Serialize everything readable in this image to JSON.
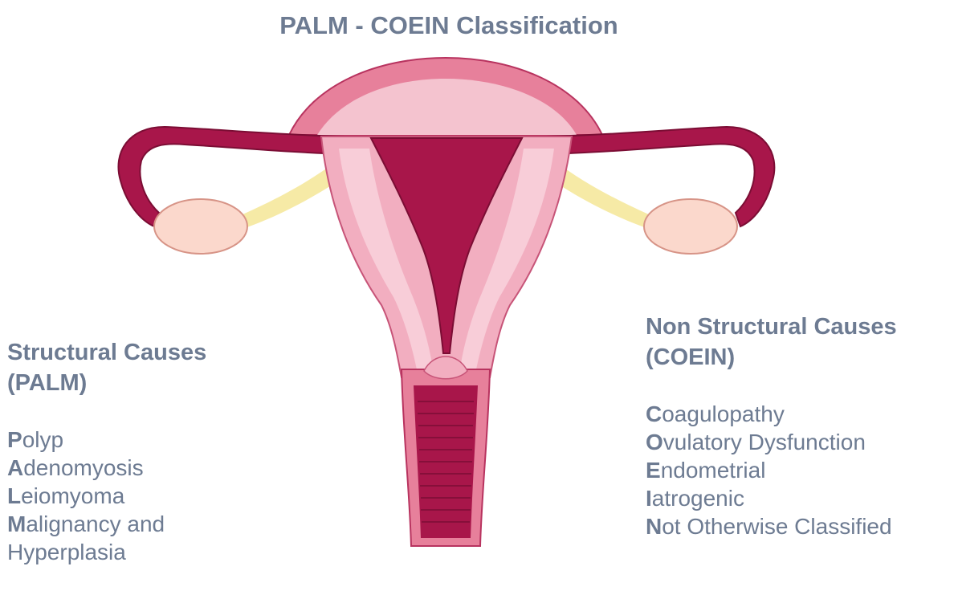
{
  "title": "PALM - COEIN Classification",
  "colors": {
    "text": "#6d7b92",
    "uterus_outer": "#e7809b",
    "uterus_wall": "#f2aec0",
    "cavity": "#a8164a",
    "ovary": "#fbd8cc",
    "ligament": "#f6eaa6"
  },
  "left": {
    "heading_line1": "Structural Causes",
    "heading_line2": "(PALM)",
    "items": [
      {
        "initial": "P",
        "rest": "olyp"
      },
      {
        "initial": "A",
        "rest": "denomyosis"
      },
      {
        "initial": "L",
        "rest": "eiomyoma"
      },
      {
        "initial": "M",
        "rest": "alignancy and"
      },
      {
        "initial": "",
        "rest": "Hyperplasia"
      }
    ]
  },
  "right": {
    "heading_line1": "Non Structural Causes",
    "heading_line2": "(COEIN)",
    "items": [
      {
        "initial": "C",
        "rest": "oagulopathy"
      },
      {
        "initial": "O",
        "rest": "vulatory Dysfunction"
      },
      {
        "initial": "E",
        "rest": "ndometrial"
      },
      {
        "initial": "I",
        "rest": "atrogenic"
      },
      {
        "initial": "N",
        "rest": "ot Otherwise Classified"
      }
    ]
  }
}
